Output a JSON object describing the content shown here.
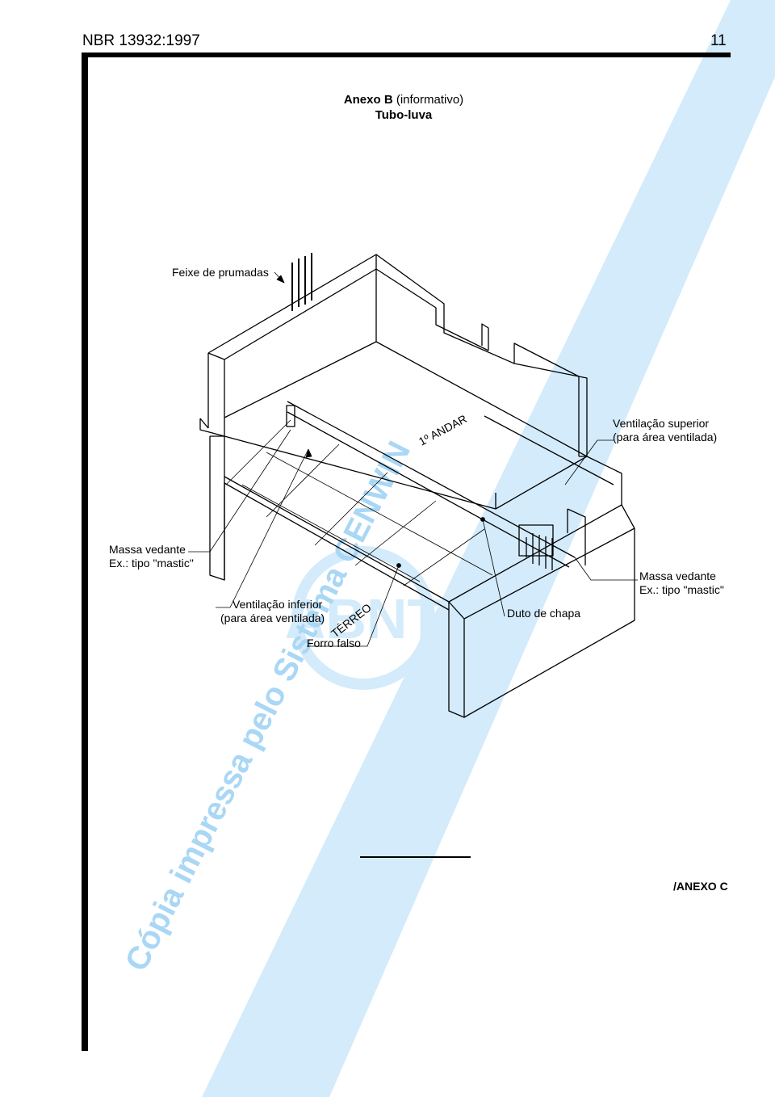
{
  "header": {
    "standard": "NBR 13932:1997",
    "page_number": "11"
  },
  "annex": {
    "heading_bold": "Anexo B",
    "heading_note": "(informativo)",
    "subtitle": "Tubo-luva"
  },
  "figure": {
    "labels": {
      "feixe": "Feixe de prumadas",
      "vent_sup_1": "Ventilação superior",
      "vent_sup_2": "(para área ventilada)",
      "massa_left_1": "Massa vedante",
      "massa_left_2": "Ex.: tipo \"mastic\"",
      "massa_right_1": "Massa vedante",
      "massa_right_2": "Ex.: tipo \"mastic\"",
      "vent_inf_1": "Ventilação inferior",
      "vent_inf_2": "(para área ventilada)",
      "duto": "Duto de chapa",
      "forro": "Forro falso",
      "andar": "1º ANDAR",
      "terreo": "TÉRREO"
    }
  },
  "watermark": {
    "text_upper": "Cópia impressa pelo Sistema CENWIN",
    "text_lower": "Cópia impressa pelo Sistema CENWIN",
    "logo_text": "ABNT",
    "color": "#cfe9fa"
  },
  "footer": {
    "continuation": "/ANEXO C"
  }
}
